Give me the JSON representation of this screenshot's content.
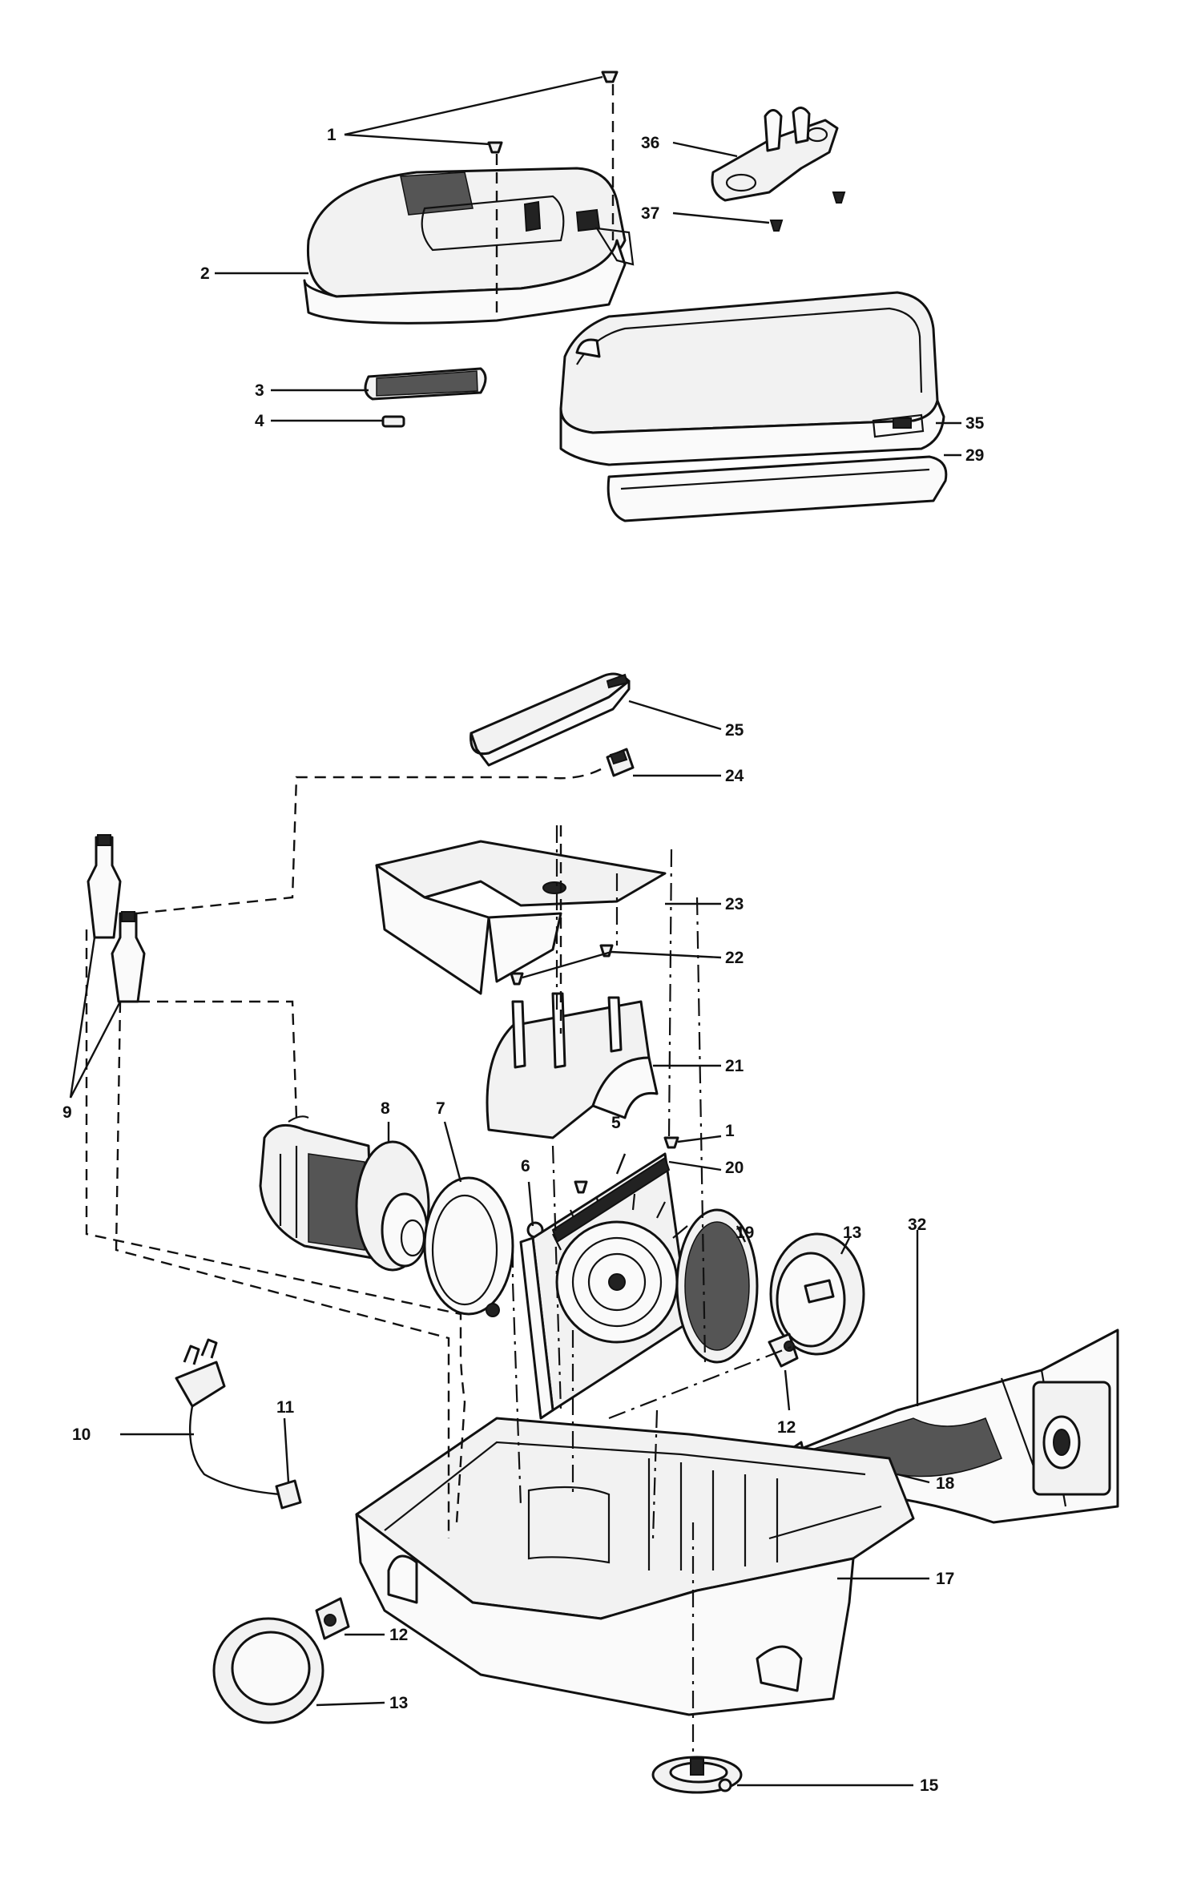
{
  "callouts": {
    "c1_top": "1",
    "c2": "2",
    "c3": "3",
    "c4": "4",
    "c36": "36",
    "c37": "37",
    "c35": "35",
    "c29": "29",
    "c25": "25",
    "c24": "24",
    "c23": "23",
    "c22": "22",
    "c21": "21",
    "c1_mid": "1",
    "c5": "5",
    "c20": "20",
    "c6": "6",
    "c7": "7",
    "c8": "8",
    "c9": "9",
    "c19": "19",
    "c13_right": "13",
    "c32": "32",
    "c12_right": "12",
    "c10": "10",
    "c11": "11",
    "c18": "18",
    "c17": "17",
    "c12_left": "12",
    "c13_left": "13",
    "c15": "15"
  }
}
